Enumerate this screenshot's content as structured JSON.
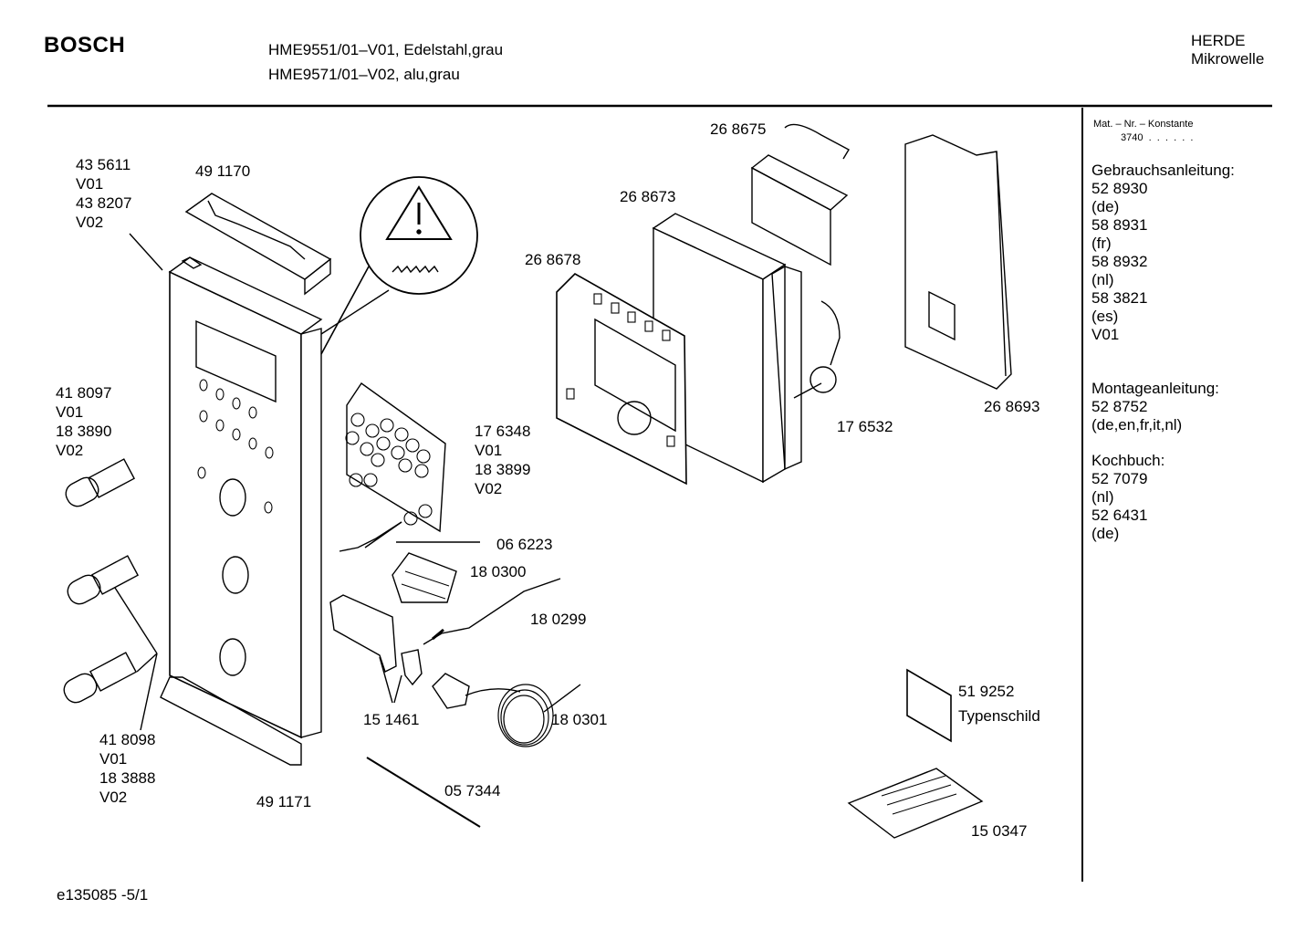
{
  "header": {
    "brand": "BOSCH",
    "model_line_1": "HME9551/01–V01, Edelstahl,grau",
    "model_line_2": "HME9571/01–V02, alu,grau",
    "category": "HERDE",
    "subcategory": "Mikrowelle"
  },
  "sidebar": {
    "mat_label": "Mat. – Nr. – Konstante",
    "mat_value": "3740  .  .  .  .  .  .",
    "manual_title": "Gebrauchsanleitung:",
    "manual_lines": [
      "52 8930",
      "(de)",
      "58 8931",
      "(fr)",
      "58 8932",
      "(nl)",
      "58 3821",
      "(es)",
      "V01"
    ],
    "install_title": "Montageanleitung:",
    "install_lines": [
      "52 8752",
      "(de,en,fr,it,nl)"
    ],
    "cookbook_title": "Kochbuch:",
    "cookbook_lines": [
      "52 7079",
      "(nl)",
      "52 6431",
      "(de)"
    ]
  },
  "parts": {
    "p435611": [
      "43 5611",
      "V01",
      "43 8207",
      "V02"
    ],
    "p491170": "49 1170",
    "p418097": [
      "41 8097",
      "V01",
      "18 3890",
      "V02"
    ],
    "p418098": [
      "41 8098",
      "V01",
      "18 3888",
      "V02"
    ],
    "p491171": "49 1171",
    "p176348": [
      "17 6348",
      "V01",
      "18 3899",
      "V02"
    ],
    "p066223": "06 6223",
    "p180300": "18 0300",
    "p180299": "18 0299",
    "p151461": "15 1461",
    "p180301": "18 0301",
    "p057344": "05 7344",
    "p268675": "26 8675",
    "p268673": "26 8673",
    "p268678": "26 8678",
    "p176532": "17 6532",
    "p268693": "26 8693",
    "p519252": [
      "51 9252",
      "Typenschild"
    ],
    "p150347": "15 0347"
  },
  "footer": {
    "doc_code": "e135085 -5/1"
  }
}
